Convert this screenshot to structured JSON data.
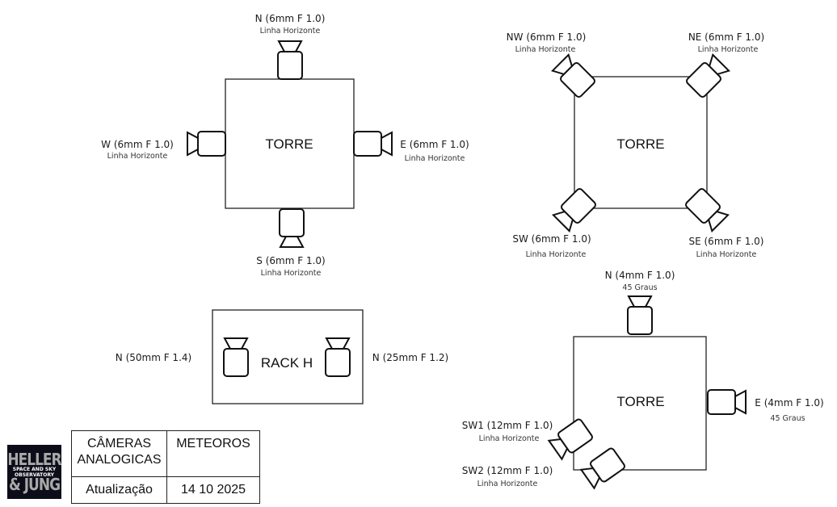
{
  "diagram_title": "Câmeras Analógicas – Meteoros",
  "tower_1": {
    "title": "TORRE",
    "cameras": [
      {
        "id": "N",
        "label": "N (6mm F 1.0)",
        "sub": "Linha Horizonte",
        "direction": "north"
      },
      {
        "id": "W",
        "label": "W (6mm F 1.0)",
        "sub": "Linha Horizonte",
        "direction": "west"
      },
      {
        "id": "E",
        "label": "E (6mm F 1.0)",
        "sub": "Linha Horizonte",
        "direction": "east"
      },
      {
        "id": "S",
        "label": "S (6mm F 1.0)",
        "sub": "Linha Horizonte",
        "direction": "south"
      }
    ]
  },
  "tower_2": {
    "title": "TORRE",
    "cameras": [
      {
        "id": "NW",
        "label": "NW (6mm F 1.0)",
        "sub": "Linha Horizonte",
        "direction": "northwest"
      },
      {
        "id": "NE",
        "label": "NE (6mm F 1.0)",
        "sub": "Linha Horizonte",
        "direction": "northeast"
      },
      {
        "id": "SW",
        "label": "SW (6mm F 1.0)",
        "sub": "Linha Horizonte",
        "direction": "southwest"
      },
      {
        "id": "SE",
        "label": "SE (6mm F 1.0)",
        "sub": "Linha Horizonte",
        "direction": "southeast"
      }
    ]
  },
  "rack": {
    "title": "RACK H",
    "cameras": [
      {
        "id": "N50",
        "label": "N (50mm F 1.4)",
        "direction": "north"
      },
      {
        "id": "N25",
        "label": "N (25mm F 1.2)",
        "direction": "north"
      }
    ]
  },
  "tower_3": {
    "title": "TORRE",
    "cameras": [
      {
        "id": "N",
        "label": "N (4mm F 1.0)",
        "sub": "45 Graus",
        "direction": "north"
      },
      {
        "id": "E",
        "label": "E (4mm F 1.0)",
        "sub": "45 Graus",
        "direction": "east"
      },
      {
        "id": "SW1",
        "label": "SW1 (12mm F 1.0)",
        "sub": "Linha Horizonte",
        "direction": "southwest"
      },
      {
        "id": "SW2",
        "label": "SW2 (12mm F 1.0)",
        "sub": "Linha Horizonte",
        "direction": "southwest"
      }
    ]
  },
  "logo": {
    "line1": "HELLER",
    "line2": "SPACE AND SKY",
    "line3": "OBSERVATORY",
    "line4": "& JUNG",
    "background": "#0d0d1a"
  },
  "info_table": {
    "rows": [
      [
        "CÂMERAS ANALOGICAS",
        "METEOROS"
      ],
      [
        "Atualização",
        "14 10 2025"
      ]
    ]
  }
}
